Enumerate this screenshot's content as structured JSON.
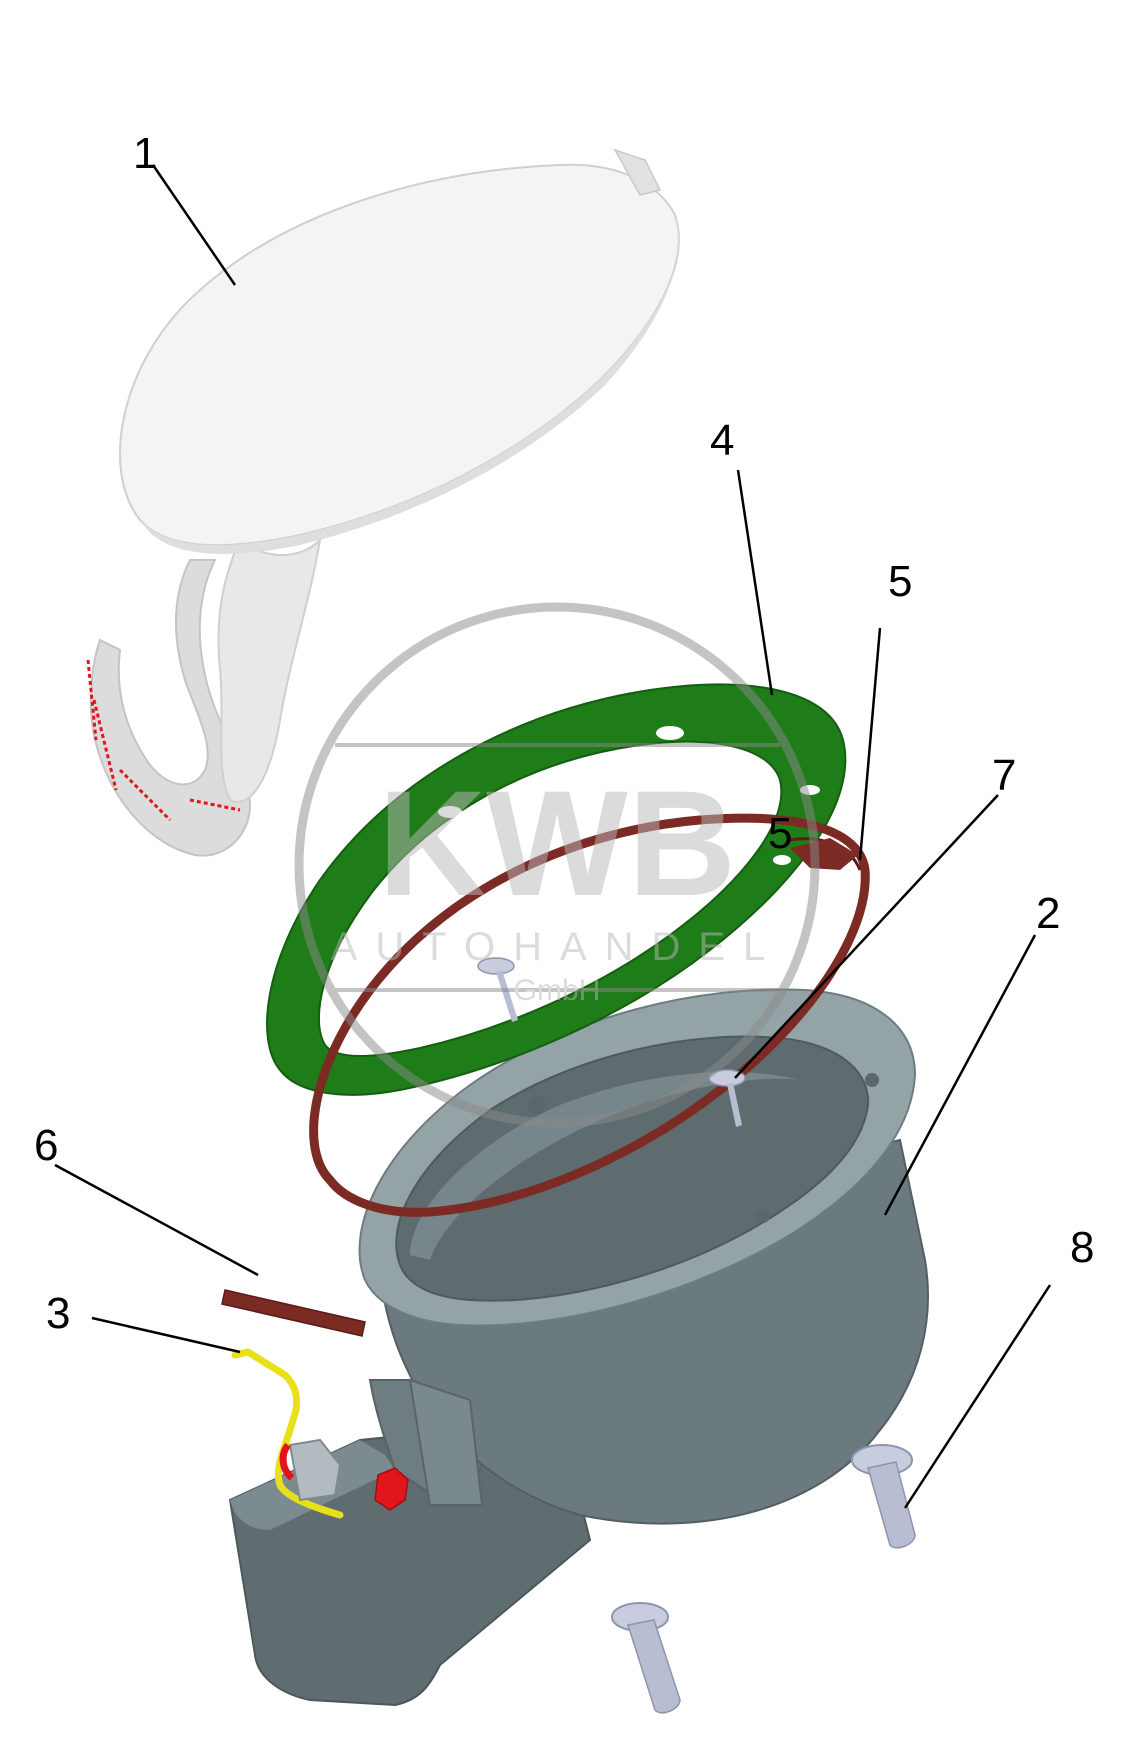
{
  "callouts": [
    {
      "id": "1",
      "label": "1",
      "part": "lid"
    },
    {
      "id": "4",
      "label": "4",
      "part": "green-gasket"
    },
    {
      "id": "5a",
      "label": "5",
      "part": "seal-ring-outer"
    },
    {
      "id": "5b",
      "label": "5",
      "part": "seal-ring-inner"
    },
    {
      "id": "7",
      "label": "7",
      "part": "inner-screw"
    },
    {
      "id": "2",
      "label": "2",
      "part": "filler-housing"
    },
    {
      "id": "6",
      "label": "6",
      "part": "drain-hose"
    },
    {
      "id": "3",
      "label": "3",
      "part": "wire-clip"
    },
    {
      "id": "8",
      "label": "8",
      "part": "mounting-bolt"
    }
  ],
  "watermark": {
    "logo": "KWB",
    "line1": "AUTOHANDEL",
    "line2": "GmbH"
  },
  "colors": {
    "lid": "#f2f2f2",
    "gasket": "#1e7d18",
    "seal": "#7b2a24",
    "housing": "#6b7a7f",
    "housing_light": "#93a3a6",
    "clip": "#e8e01a",
    "red_detail": "#e0161c",
    "bolt": "#c8ccdf",
    "watermark": "#b9b9b9"
  }
}
